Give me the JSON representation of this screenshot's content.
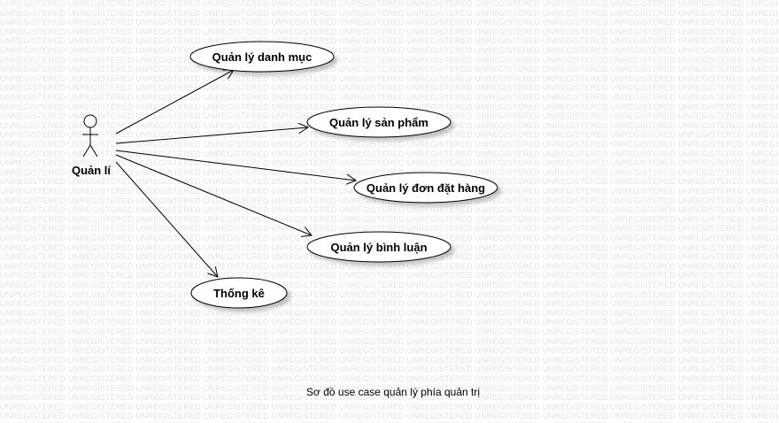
{
  "watermark": {
    "text": "UNREGISTERED"
  },
  "actor": {
    "label": "Quản lí"
  },
  "use_cases": [
    {
      "id": "category",
      "label": "Quản lý danh mục"
    },
    {
      "id": "product",
      "label": "Quản lý sản phẩm"
    },
    {
      "id": "order",
      "label": "Quản lý đơn đặt hàng"
    },
    {
      "id": "comment",
      "label": "Quản lý bình luận"
    },
    {
      "id": "stats",
      "label": "Thống kê"
    }
  ],
  "caption": "Sơ đồ use case quản lý phía quản trị"
}
